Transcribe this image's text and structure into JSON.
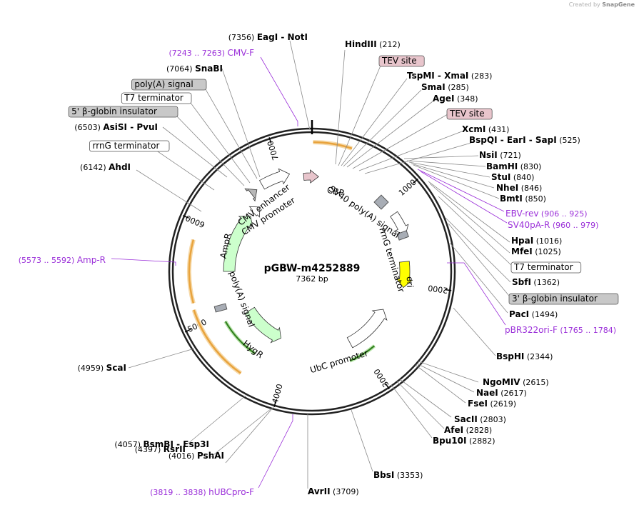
{
  "credit": {
    "prefix": "Created by",
    "brand": "SnapGene"
  },
  "plasmid": {
    "name": "pGBW-m4252889",
    "length_label": "7362 bp",
    "length": 7362
  },
  "colors": {
    "enzyme": "#000000",
    "primer": "#9b30d9",
    "backbone": "#222222",
    "ori": "#ffff00",
    "marker": "#ccffcc",
    "promoter": "#ffffff",
    "orf": "#e8a33d",
    "tag": "#e8c5cc",
    "terminator": "#b8b8b8"
  },
  "ticks": [
    {
      "pos": 1000,
      "label": "1000"
    },
    {
      "pos": 2000,
      "label": "2000"
    },
    {
      "pos": 3000,
      "label": "3000"
    },
    {
      "pos": 4000,
      "label": "4000"
    },
    {
      "pos": 5000,
      "label": "5000"
    },
    {
      "pos": 6000,
      "label": "6000"
    },
    {
      "pos": 7000,
      "label": "7000"
    }
  ],
  "features": [
    {
      "name": "CMV enhancer",
      "kind": "promoter"
    },
    {
      "name": "CMV promoter",
      "kind": "promoter"
    },
    {
      "name": "CBP",
      "kind": "tag"
    },
    {
      "name": "SV40 poly(A) signal",
      "kind": "terminator"
    },
    {
      "name": "rrnG terminator",
      "kind": "terminator"
    },
    {
      "name": "ori",
      "kind": "ori"
    },
    {
      "name": "UbC promoter",
      "kind": "promoter"
    },
    {
      "name": "HygR",
      "kind": "marker"
    },
    {
      "name": "poly(A) signal",
      "kind": "terminator"
    },
    {
      "name": "AmpR",
      "kind": "marker"
    }
  ],
  "boxed_labels": [
    {
      "text": "TEV site",
      "style": "tag"
    },
    {
      "text": "TEV site",
      "style": "tag"
    },
    {
      "text": "poly(A) signal",
      "style": "grey"
    },
    {
      "text": "T7 terminator",
      "style": "white"
    },
    {
      "text": "5' β-globin insulator",
      "style": "grey"
    },
    {
      "text": "rrnG terminator",
      "style": "white"
    },
    {
      "text": "T7 terminator",
      "style": "white"
    },
    {
      "text": "3' β-globin insulator",
      "style": "grey"
    }
  ],
  "enzymes": [
    {
      "names": [
        "EagI",
        "NotI"
      ],
      "pos": "(7356)"
    },
    {
      "names": [
        "HindIII"
      ],
      "pos": "(212)"
    },
    {
      "names": [
        "SnaBI"
      ],
      "pos": "(7064)"
    },
    {
      "names": [
        "TspMI",
        "XmaI"
      ],
      "pos": "(283)"
    },
    {
      "names": [
        "SmaI"
      ],
      "pos": "(285)"
    },
    {
      "names": [
        "AgeI"
      ],
      "pos": "(348)"
    },
    {
      "names": [
        "AsiSI",
        "PvuI"
      ],
      "pos": "(6503)"
    },
    {
      "names": [
        "XcmI"
      ],
      "pos": "(431)"
    },
    {
      "names": [
        "BspQI",
        "EarI",
        "SapI"
      ],
      "pos": "(525)"
    },
    {
      "names": [
        "AhdI"
      ],
      "pos": "(6142)"
    },
    {
      "names": [
        "NsiI"
      ],
      "pos": "(721)"
    },
    {
      "names": [
        "BamHI"
      ],
      "pos": "(830)"
    },
    {
      "names": [
        "StuI"
      ],
      "pos": "(840)"
    },
    {
      "names": [
        "NheI"
      ],
      "pos": "(846)"
    },
    {
      "names": [
        "BmtI"
      ],
      "pos": "(850)"
    },
    {
      "names": [
        "HpaI"
      ],
      "pos": "(1016)"
    },
    {
      "names": [
        "MfeI"
      ],
      "pos": "(1025)"
    },
    {
      "names": [
        "SbfI"
      ],
      "pos": "(1362)"
    },
    {
      "names": [
        "PacI"
      ],
      "pos": "(1494)"
    },
    {
      "names": [
        "BspHI"
      ],
      "pos": "(2344)"
    },
    {
      "names": [
        "NgoMIV"
      ],
      "pos": "(2615)"
    },
    {
      "names": [
        "NaeI"
      ],
      "pos": "(2617)"
    },
    {
      "names": [
        "FseI"
      ],
      "pos": "(2619)"
    },
    {
      "names": [
        "SacII"
      ],
      "pos": "(2803)"
    },
    {
      "names": [
        "AfeI"
      ],
      "pos": "(2828)"
    },
    {
      "names": [
        "Bpu10I"
      ],
      "pos": "(2882)"
    },
    {
      "names": [
        "BbsI"
      ],
      "pos": "(3353)"
    },
    {
      "names": [
        "AvrII"
      ],
      "pos": "(3709)"
    },
    {
      "names": [
        "BsmBI",
        "Esp3I"
      ],
      "pos": "(4057)"
    },
    {
      "names": [
        "PshAI"
      ],
      "pos": "(4016)"
    },
    {
      "names": [
        "RsrII"
      ],
      "pos": "(4397)"
    },
    {
      "names": [
        "ScaI"
      ],
      "pos": "(4959)"
    }
  ],
  "primers": [
    {
      "range": "(7243 .. 7263)",
      "name": "CMV-F"
    },
    {
      "range": "(906 .. 925)",
      "name": "EBV-rev"
    },
    {
      "range": "(960 .. 979)",
      "name": "SV40pA-R"
    },
    {
      "range": "(1765 .. 1784)",
      "name": "pBR322ori-F"
    },
    {
      "range": "(5573 .. 5592)",
      "name": "Amp-R"
    },
    {
      "range": "(3819 .. 3838)",
      "name": "hUBCpro-F"
    }
  ]
}
